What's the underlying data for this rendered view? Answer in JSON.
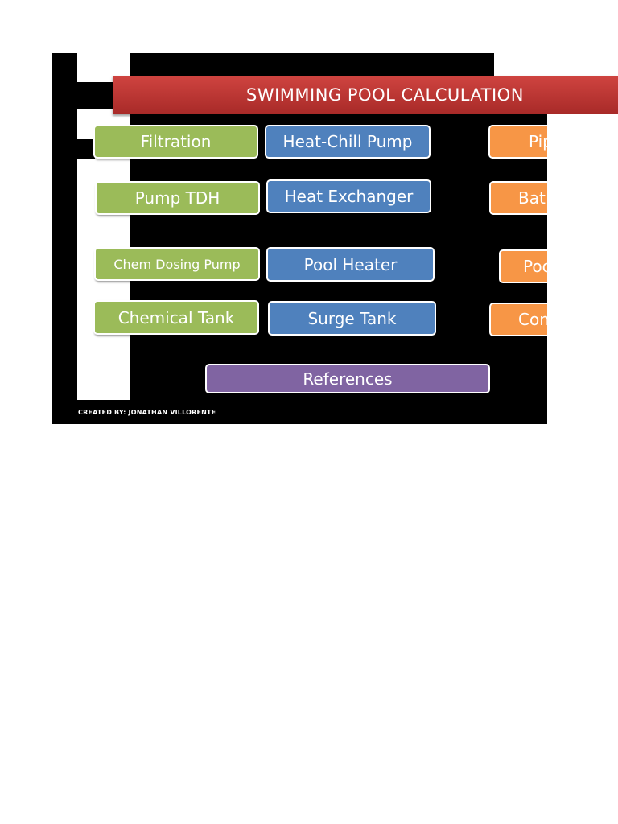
{
  "banner": {
    "title": "SWIMMING POOL CALCULATION"
  },
  "buttons": {
    "filtration": "Filtration",
    "heat_chill_pump": "Heat-Chill Pump",
    "pipe": "Pipe",
    "pump_tdh": "Pump TDH",
    "heat_exchanger": "Heat Exchanger",
    "bat": "Bat",
    "chem_dosing_pump": "Chem Dosing Pump",
    "pool_heater": "Pool Heater",
    "poo": "Poo",
    "chemical_tank": "Chemical Tank",
    "surge_tank": "Surge Tank",
    "con": "Con",
    "references": "References"
  },
  "credit": "CREATED BY: JONATHAN VILLORENTE",
  "colors": {
    "green": "#9bbb59",
    "blue": "#4f81bd",
    "orange": "#f79646",
    "purple": "#8064a2",
    "banner_red": "#c0392b"
  }
}
